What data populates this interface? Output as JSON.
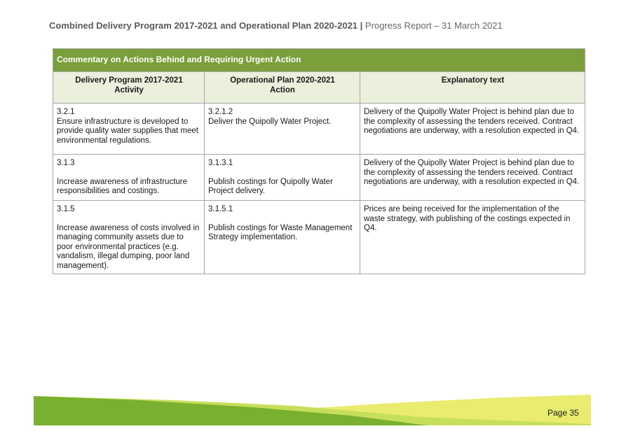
{
  "header": {
    "bold": "Combined Delivery Program 2017-2021 and Operational Plan 2020-2021",
    "separator": "|",
    "normal": "Progress Report – 31 March 2021"
  },
  "table": {
    "title": "Commentary on Actions Behind and Requiring Urgent Action",
    "columns": {
      "activity_line1": "Delivery Program 2017-2021",
      "activity_line2": "Activity",
      "action_line1": "Operational Plan 2020-2021",
      "action_line2": "Action",
      "explanatory": "Explanatory text"
    },
    "rows": [
      {
        "activity_code": "3.2.1",
        "activity_text": "Ensure infrastructure is developed to provide quality water supplies that meet environmental regulations.",
        "action_code": "3.2.1.2",
        "action_text": "Deliver the Quipolly Water Project.",
        "explanatory": "Delivery of the Quipolly Water Project is behind plan due to the complexity of assessing the tenders received. Contract negotiations are underway, with a resolution expected in Q4."
      },
      {
        "activity_code": "3.1.3",
        "activity_text": "Increase awareness of infrastructure responsibilities and costings.",
        "action_code": "3.1.3.1",
        "action_text": "Publish costings for Quipolly Water Project delivery.",
        "explanatory": "Delivery of the Quipolly Water Project is behind plan due to the complexity of assessing the tenders received. Contract negotiations are underway, with a resolution expected in Q4."
      },
      {
        "activity_code": "3.1.5",
        "activity_text": "Increase awareness of costs involved in managing community assets due to poor environmental practices (e.g. vandalism, illegal dumping, poor land management).",
        "action_code": "3.1.5.1",
        "action_text": "Publish costings for Waste Management Strategy implementation.",
        "explanatory": "Prices are being received for the implementation of the waste strategy, with publishing of the costings expected in Q4."
      }
    ]
  },
  "footer": {
    "page_label": "Page 35",
    "colors": {
      "dark_green": "#7ab030",
      "light_green": "#c6df5a",
      "yellow": "#e9ec6e"
    }
  }
}
